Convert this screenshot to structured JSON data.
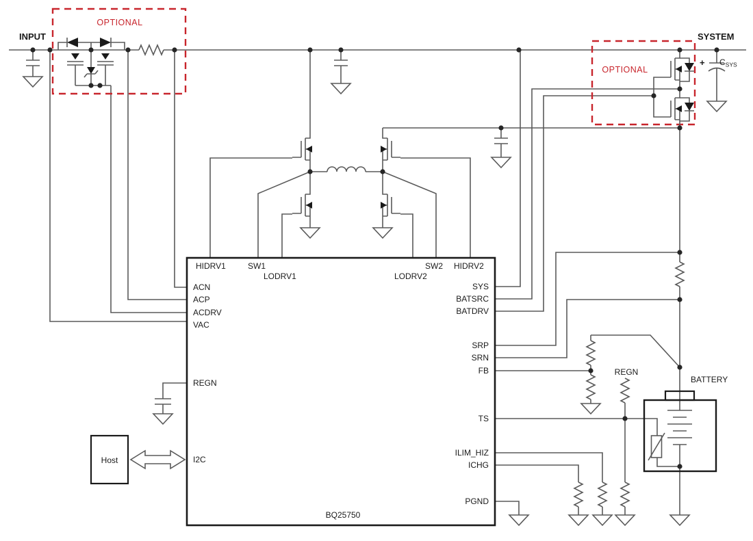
{
  "labels": {
    "input": "INPUT",
    "system": "SYSTEM",
    "optional_left": "OPTIONAL",
    "optional_right": "OPTIONAL",
    "battery": "BATTERY",
    "regn_net": "REGN",
    "host": "Host",
    "csys_plus": "+",
    "csys_name": "C",
    "csys_sub": "SYS"
  },
  "ic": {
    "part_number": "BQ25750",
    "pins": {
      "hidrv1": "HIDRV1",
      "sw1": "SW1",
      "lodrv1": "LODRV1",
      "lodrv2": "LODRV2",
      "sw2": "SW2",
      "hidrv2": "HIDRV2",
      "acn": "ACN",
      "acp": "ACP",
      "acdrv": "ACDRV",
      "vac": "VAC",
      "regn": "REGN",
      "i2c": "I2C",
      "sys": "SYS",
      "batsrc": "BATSRC",
      "batdrv": "BATDRV",
      "srp": "SRP",
      "srn": "SRN",
      "fb": "FB",
      "ts": "TS",
      "ilim_hiz": "ILIM_HIZ",
      "ichg": "ICHG",
      "pgnd": "PGND"
    }
  },
  "colors": {
    "background": "#ffffff",
    "wire": "#5a5a5a",
    "ic_border": "#1a1a1a",
    "text": "#1a1a1a",
    "optional_red": "#c8252c",
    "junction_dot": "#262626"
  }
}
